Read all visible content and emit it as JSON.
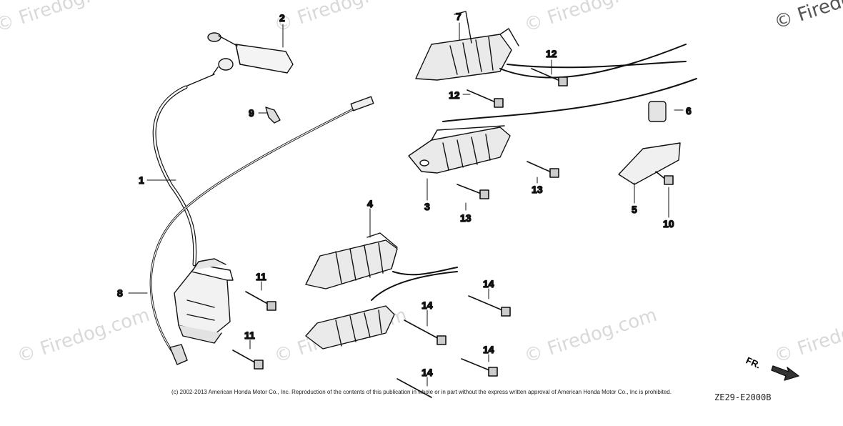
{
  "watermarks": [
    "© Firedog.com",
    "© Firedog.com",
    "© Firedog.com",
    "© Firedog.com",
    "© Firedog.com",
    "© Firedog.com",
    "© Firedog.com",
    "© Firedog.com"
  ],
  "callouts": [
    "1",
    "2",
    "3",
    "4",
    "5",
    "6",
    "7",
    "8",
    "9",
    "10",
    "11",
    "11",
    "12",
    "12",
    "13",
    "13",
    "14",
    "14",
    "14",
    "14"
  ],
  "fr_label": "FR.",
  "copyright": "(c) 2002-2013 American Honda Motor Co., Inc. Reproduction of the contents of this publication in whole or in part without the express written approval of American Honda Motor Co., Inc is prohibited.",
  "diagram_code": "ZE29-E2000B"
}
